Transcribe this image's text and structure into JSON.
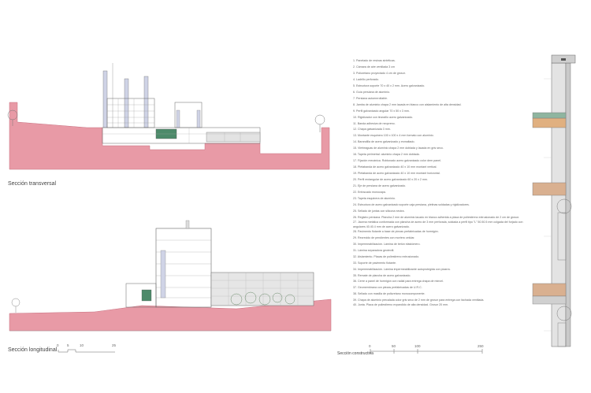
{
  "captions": {
    "transversal": "Sección transversal",
    "longitudinal": "Sección longitudinal",
    "constructiva": "Sección constructiva"
  },
  "scale_long": [
    "0",
    "5",
    "10",
    "25"
  ],
  "scale_const": [
    "0",
    "50",
    "100",
    "250"
  ],
  "legend": [
    "1. Panelado de resinas sintéticas.",
    "2. Cámara de aire ventilada 3 cm",
    "3. Poliuretano proyectado 4 cm de grosor.",
    "4. Ladrillo perforado.",
    "5. Estructura soporte 70 x 40 x 2 mm. Acero galvanizado.",
    "6. Guía persiana de aluminio.",
    "7. Persiana autoenrrollable.",
    "8. Jamba de aluminio chapa 2 mm lacada en blanco con aislamiento de alta densidad.",
    "9. Perfil galvanizado angular 70 x 50 x 3 mm.",
    "10. Rigidizador con tirancillo acero galvanizado.",
    "11. Banda adhesiva de neopreno.",
    "12. Chapa galvanizada 3 mm.",
    "13. Montante esquinero 100 x 100 x 4 mm formato con aluminio.",
    "14. Barandilla de acero galvanizado y esmaltado.",
    "15. Vierteaguas de aluminio chapa 2 mm doblada y lacada en gris seco.",
    "16. Tapeta perimetral: aluminio chapa 2 mm doblada.",
    "17. Fijación mecánica. Roblonado acero galvanizado color dem panel.",
    "18. Pletabanda de acero galvanizado 40 x 10 mm montant vertical.",
    "19. Pletabanda de acero galvanizado 40 x 10 mm montant horizontal.",
    "20. Perfil rectangular de acero galvanizado 60 x 20 x 2 mm.",
    "21. Eje de persiana de acero galvanizado.",
    "22. Enfoscado monocapa.",
    "23. Tapeta esquinera de aluminio.",
    "24. Estructura de acero galvanizado soporte caja persiana, pletinas soldadas y rigidizadores.",
    "25. Sellado de juntas con silicona neutra.",
    "26. Registro persiana. Plancha 2 mm de aluminio lacado en blanco adherida a placa de poliestireno extrusionado de 2 cm de grosor.",
    "27. Jácena metálica conformada con plancha de acero de 3 mm perforada, soldada a perfil tipo \"L\" 50.50.5 mm colgada del forjado con angulares 40.40.4 mm de acero galvanizado.",
    "28. Pavimento flotante a base de piezas prefabricadas de hormigón.",
    "29. Recrecido de pendientes con mortero celular.",
    "30. Impermeabilización. Lámina de betún elastómero.",
    "31. Lámina separadora geotextil.",
    "32. Aislamiento. Placas de poliestireno extrusionado.",
    "33. Soporte de pavimento flotante.",
    "34. Impermeabilización. Lámina impermeabilizante autoprotegida con pizarra.",
    "35. Remate de plancha de acero galvanizado.",
    "36. Cerre a panel de hormigón con radial para entrega chapa de minvel.",
    "37. Geomembrana con piezas prefabricadas de U.R.C.",
    "38. Sellado con masilla de poliuretano monocomponente.",
    "39. Chapa de aluminio precalada color gris seco de 2 mm de grosor para entrega con fachada ventilada.",
    "40. Junta. Placa de poliestireno expandido de alta densidad. Grosor 20 mm."
  ]
}
